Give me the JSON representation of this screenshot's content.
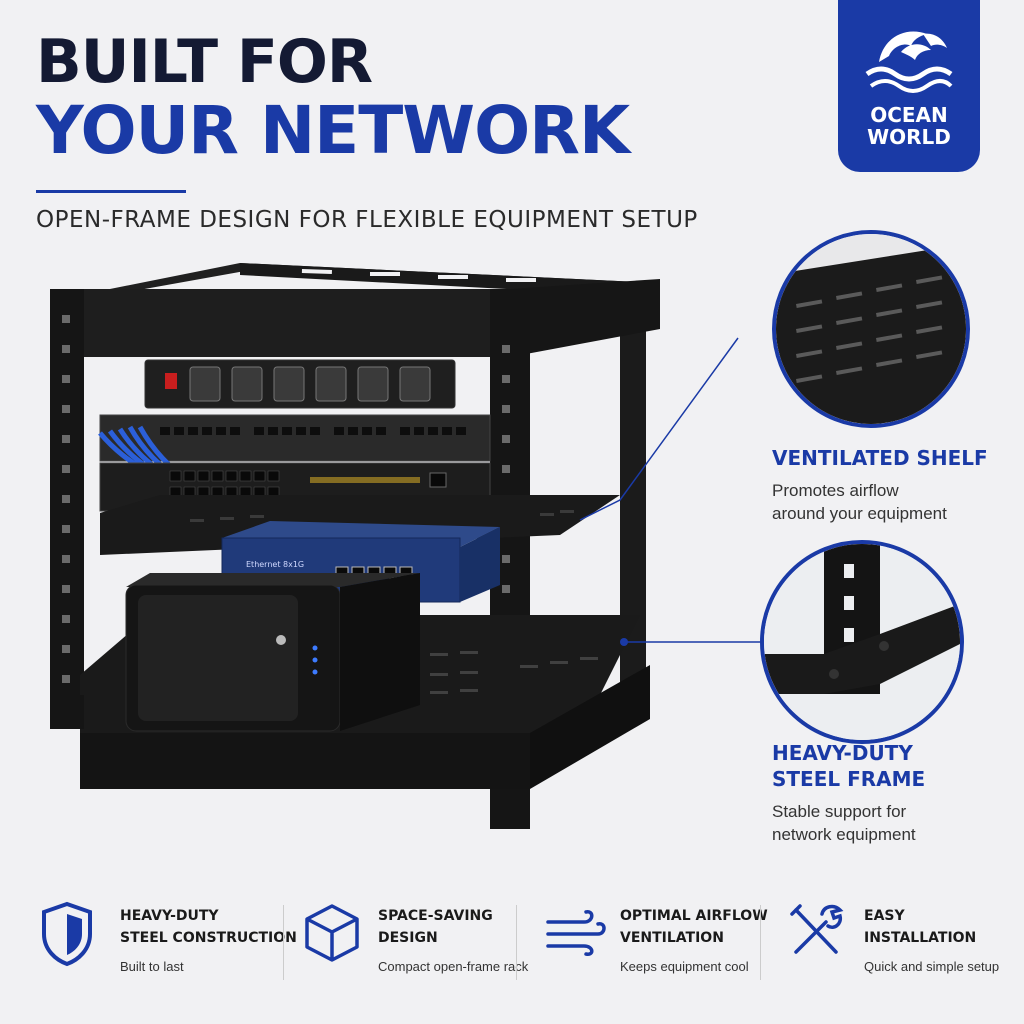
{
  "headline": {
    "line1": "BUILT FOR",
    "line2": "YOUR NETWORK"
  },
  "subheadline": "OPEN-FRAME DESIGN FOR FLEXIBLE EQUIPMENT SETUP",
  "brand": {
    "line1": "OCEAN",
    "line2": "WORLD",
    "color": "#1a3aa6"
  },
  "callouts": [
    {
      "title": "VENTILATED SHELF",
      "desc1": "Promotes airflow",
      "desc2": "around your equipment"
    },
    {
      "title1": "HEAVY-DUTY",
      "title2": "STEEL FRAME",
      "desc1": "Stable support for",
      "desc2": "network equipment"
    }
  ],
  "features": [
    {
      "icon": "shield-icon",
      "title1": "HEAVY-DUTY",
      "title2": "STEEL CONSTRUCTION",
      "desc": "Built to last"
    },
    {
      "icon": "cube-icon",
      "title1": "SPACE-SAVING",
      "title2": "DESIGN",
      "desc": "Compact open-frame rack"
    },
    {
      "icon": "airflow-icon",
      "title1": "OPTIMAL AIRFLOW",
      "title2": "VENTILATION",
      "desc": "Keeps equipment cool"
    },
    {
      "icon": "tools-icon",
      "title1": "EASY",
      "title2": "INSTALLATION",
      "desc": "Quick and simple setup"
    }
  ],
  "product": {
    "router_label": "Ethernet 8x1G"
  },
  "colors": {
    "accent": "#1a3aa6",
    "dark": "#141a33",
    "rack": "#161616"
  }
}
